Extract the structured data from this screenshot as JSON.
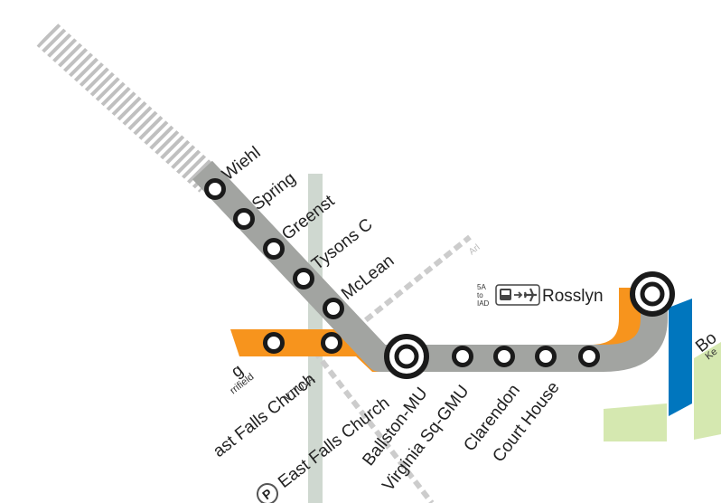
{
  "colors": {
    "silver_line": "#a2a4a1",
    "orange_line": "#f7941d",
    "blue_line": "#0076be",
    "future_hatch": "#c0c0c0",
    "vre_corridor": "#cfd8d0",
    "park": "#d5e8b0",
    "station_ring": "#1a1a1a"
  },
  "stations": {
    "wiehle": "Wiehl",
    "spring_hill": "Spring",
    "greensboro": "Greenst",
    "tysons": "Tysons C",
    "mclean": "McLean",
    "efc_silver": "East Falls Church",
    "efc_orange": "ast Falls Church",
    "efc_orange_sub": "VT/UVA",
    "dunn_loring_partial": "g",
    "dunn_loring_sub": "rrifield",
    "ballston": "Ballston-MU",
    "virginia_sq": "Virginia Sq-GMU",
    "clarendon": "Clarendon",
    "court_house": "Court House",
    "rosslyn": "Rosslyn",
    "arlington_partial": "Arl",
    "bo_partial": "Bo",
    "ke_partial": "Ke"
  },
  "rosslyn_bus": {
    "route_line1": "5A",
    "route_line2": "to",
    "route_line3": "IAD"
  },
  "icons": [
    "bus-icon",
    "arrow-icon",
    "airplane-icon",
    "parking-icon"
  ],
  "parking_letter": "P"
}
